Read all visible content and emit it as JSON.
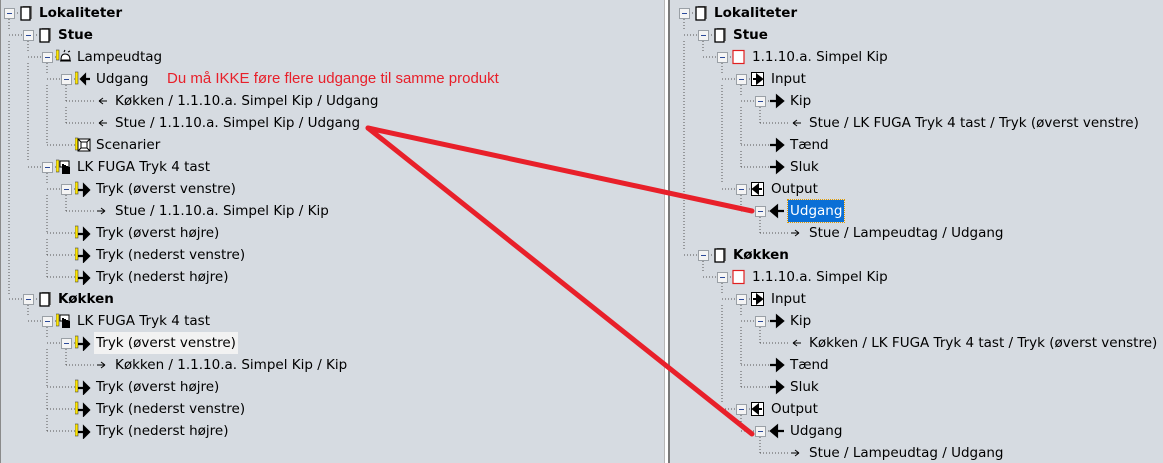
{
  "left_tree": {
    "rows": [
      {
        "level": 0,
        "label": "Lokaliteter",
        "icon": "room-icon",
        "bold": true,
        "expander": true
      },
      {
        "level": 1,
        "label": "Stue",
        "icon": "room-icon",
        "bold": true,
        "expander": true
      },
      {
        "level": 2,
        "label": "Lampeudtag",
        "icon": "lamp-outlet-icon",
        "expander": true
      },
      {
        "level": 3,
        "label": "Udgang",
        "icon": "output-channel-icon",
        "expander": true
      },
      {
        "level": 4,
        "label": "Køkken / 1.1.10.a. Simpel Kip / Udgang",
        "icon": "link-in-arrow-icon"
      },
      {
        "level": 4,
        "label": "Stue / 1.1.10.a. Simpel Kip / Udgang",
        "icon": "link-in-arrow-icon"
      },
      {
        "level": 3,
        "label": "Scenarier",
        "icon": "scenario-icon"
      },
      {
        "level": 2,
        "label": "LK FUGA Tryk 4 tast",
        "icon": "push-button-icon",
        "expander": true
      },
      {
        "level": 3,
        "label": "Tryk (øverst venstre)",
        "icon": "press-channel-icon",
        "expander": true
      },
      {
        "level": 4,
        "label": "Stue / 1.1.10.a. Simpel Kip / Kip",
        "icon": "link-out-arrow-icon"
      },
      {
        "level": 3,
        "label": "Tryk (øverst højre)",
        "icon": "press-channel-icon"
      },
      {
        "level": 3,
        "label": "Tryk (nederst venstre)",
        "icon": "press-channel-icon"
      },
      {
        "level": 3,
        "label": "Tryk (nederst højre)",
        "icon": "press-channel-icon"
      },
      {
        "level": 1,
        "label": "Køkken",
        "icon": "room-icon",
        "bold": true,
        "expander": true
      },
      {
        "level": 2,
        "label": "LK FUGA Tryk 4 tast",
        "icon": "push-button-icon",
        "expander": true
      },
      {
        "level": 3,
        "label": "Tryk (øverst venstre)",
        "icon": "press-channel-icon",
        "expander": true,
        "hover": true
      },
      {
        "level": 4,
        "label": "Køkken / 1.1.10.a. Simpel Kip / Kip",
        "icon": "link-out-arrow-icon"
      },
      {
        "level": 3,
        "label": "Tryk (øverst højre)",
        "icon": "press-channel-icon"
      },
      {
        "level": 3,
        "label": "Tryk (nederst venstre)",
        "icon": "press-channel-icon"
      },
      {
        "level": 3,
        "label": "Tryk (nederst højre)",
        "icon": "press-channel-icon"
      }
    ],
    "annotation": "Du må IKKE føre flere udgange til samme produkt"
  },
  "right_tree": {
    "rows": [
      {
        "level": 0,
        "label": "Lokaliteter",
        "icon": "room-icon",
        "bold": true,
        "expander": true
      },
      {
        "level": 1,
        "label": "Stue",
        "icon": "room-icon",
        "bold": true,
        "expander": true
      },
      {
        "level": 2,
        "label": "1.1.10.a. Simpel Kip",
        "icon": "device-red-box-icon",
        "expander": true
      },
      {
        "level": 3,
        "label": "Input",
        "icon": "input-group-icon",
        "expander": true
      },
      {
        "level": 4,
        "label": "Kip",
        "icon": "arrow-right-icon",
        "expander": true
      },
      {
        "level": 5,
        "label": "Stue / LK FUGA Tryk 4 tast / Tryk (øverst venstre)",
        "icon": "link-in-arrow-icon"
      },
      {
        "level": 4,
        "label": "Tænd",
        "icon": "arrow-right-icon"
      },
      {
        "level": 4,
        "label": "Sluk",
        "icon": "arrow-right-icon"
      },
      {
        "level": 3,
        "label": "Output",
        "icon": "output-group-icon",
        "expander": true
      },
      {
        "level": 4,
        "label": "Udgang",
        "icon": "arrow-left-icon",
        "expander": true,
        "selected": true
      },
      {
        "level": 5,
        "label": "Stue / Lampeudtag / Udgang",
        "icon": "link-out-arrow-icon"
      },
      {
        "level": 1,
        "label": "Køkken",
        "icon": "room-icon",
        "bold": true,
        "expander": true
      },
      {
        "level": 2,
        "label": "1.1.10.a. Simpel Kip",
        "icon": "device-red-box-icon",
        "expander": true
      },
      {
        "level": 3,
        "label": "Input",
        "icon": "input-group-icon",
        "expander": true
      },
      {
        "level": 4,
        "label": "Kip",
        "icon": "arrow-right-icon",
        "expander": true
      },
      {
        "level": 5,
        "label": "Køkken / LK FUGA Tryk 4 tast / Tryk (øverst venstre)",
        "icon": "link-in-arrow-icon"
      },
      {
        "level": 4,
        "label": "Tænd",
        "icon": "arrow-right-icon"
      },
      {
        "level": 4,
        "label": "Sluk",
        "icon": "arrow-right-icon"
      },
      {
        "level": 3,
        "label": "Output",
        "icon": "output-group-icon",
        "expander": true
      },
      {
        "level": 4,
        "label": "Udgang",
        "icon": "arrow-left-icon",
        "expander": true
      },
      {
        "level": 5,
        "label": "Stue / Lampeudtag / Udgang",
        "icon": "link-out-arrow-icon"
      }
    ]
  },
  "colors": {
    "annotation": "#e8202a",
    "selection": "#0a6fd6",
    "background": "#d6dbe1"
  }
}
